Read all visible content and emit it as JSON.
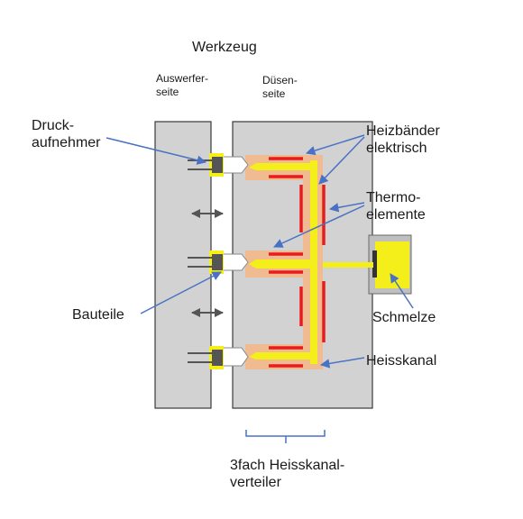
{
  "title": "Werkzeug",
  "sides": {
    "ejector": "Auswerfer-\nseite",
    "nozzle": "Düsen-\nseite"
  },
  "labels": {
    "pressure_sensor": "Druck-\naufnehmer",
    "heating_bands": "Heizbänder\nelektrisch",
    "thermocouples": "Thermo-\nelemente",
    "parts": "Bauteile",
    "melt": "Schmelze",
    "hot_runner": "Heisskanal",
    "manifold": "3fach Heisskanal-\nverteiler"
  },
  "colors": {
    "plate": "#d2d2d2",
    "outline": "#3a3a3a",
    "melt": "#f4ee1a",
    "heater": "#e81c1c",
    "glow": "#f4b98a",
    "pointer": "#4a72c4",
    "sensor": "#555555"
  }
}
